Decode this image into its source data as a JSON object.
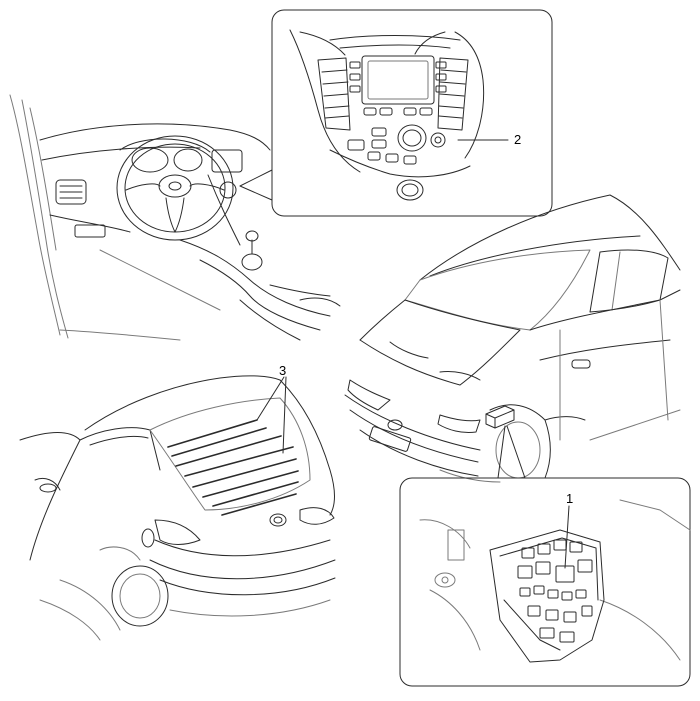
{
  "callouts": {
    "item1": "1",
    "item2": "2",
    "item3": "3"
  },
  "colors": {
    "line": "#2b2b2b",
    "light_line": "#7a7a7a",
    "background": "#ffffff"
  }
}
